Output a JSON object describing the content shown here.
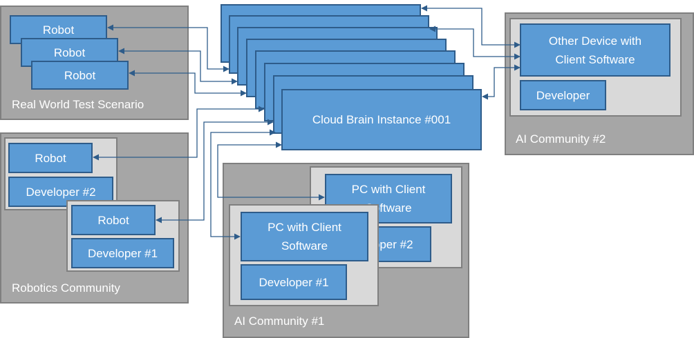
{
  "real_world": {
    "label": "Real World Test Scenario",
    "robot_1": "Robot",
    "robot_2": "Robot",
    "robot_3": "Robot"
  },
  "robotics_community": {
    "label": "Robotics Community",
    "robot_a": "Robot",
    "developer_2": "Developer #2",
    "robot_b": "Robot",
    "developer_1": "Developer #1"
  },
  "cloud": {
    "instance_label": "Cloud Brain Instance #001"
  },
  "ai_community_1": {
    "label": "AI Community #1",
    "pc_back": "PC with Client Software",
    "developer_2": "Developer #2",
    "pc_front": "PC with Client\nSoftware",
    "developer_1": "Developer #1"
  },
  "ai_community_2": {
    "label": "AI Community #2",
    "other_device": "Other Device with\nClient Software",
    "developer": "Developer"
  },
  "colors": {
    "box_fill": "#5b9bd5",
    "box_border": "#2e5c8a",
    "group_fill": "#a6a6a6",
    "subgroup_fill": "#d9d9d9",
    "connector": "#2e5c8a"
  }
}
